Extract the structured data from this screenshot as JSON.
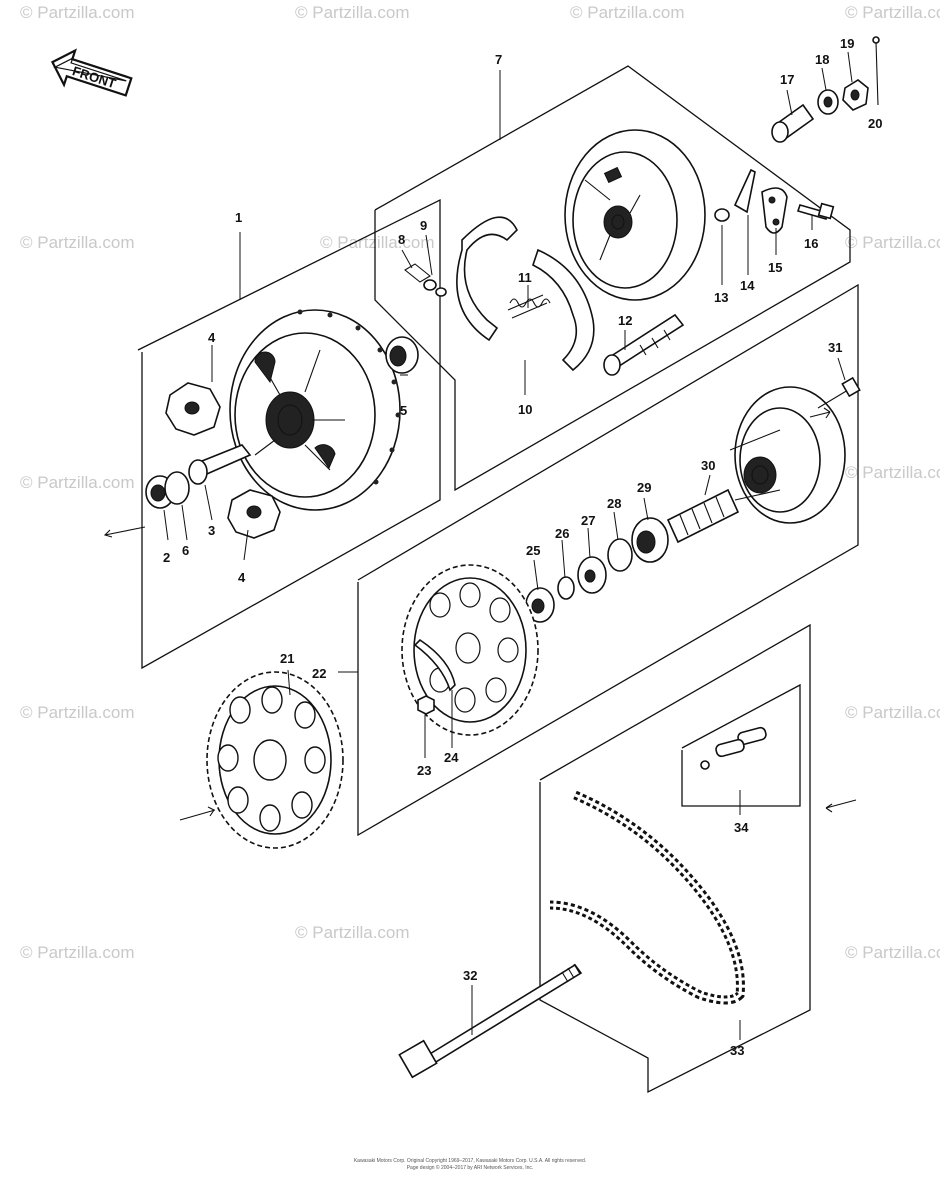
{
  "watermark_text": "© Partzilla.com",
  "front_label": "FRONT",
  "callouts": {
    "c1": "1",
    "c2": "2",
    "c3": "3",
    "c4a": "4",
    "c4b": "4",
    "c5": "5",
    "c6": "6",
    "c7": "7",
    "c8": "8",
    "c9": "9",
    "c10": "10",
    "c11": "11",
    "c12": "12",
    "c13": "13",
    "c14": "14",
    "c15": "15",
    "c16": "16",
    "c17": "17",
    "c18": "18",
    "c19": "19",
    "c20": "20",
    "c21": "21",
    "c22": "22",
    "c23": "23",
    "c24": "24",
    "c25": "25",
    "c26": "26",
    "c27": "27",
    "c28": "28",
    "c29": "29",
    "c30": "30",
    "c31": "31",
    "c32": "32",
    "c33": "33",
    "c34": "34"
  },
  "footer": {
    "line1": "Kawasaki Motors Corp. Original Copyright 1969–2017, Kawasaki Motors Corp. U.S.A. All rights reserved.",
    "line2": "Page design © 2004–2017 by ARI Network Services, Inc."
  }
}
